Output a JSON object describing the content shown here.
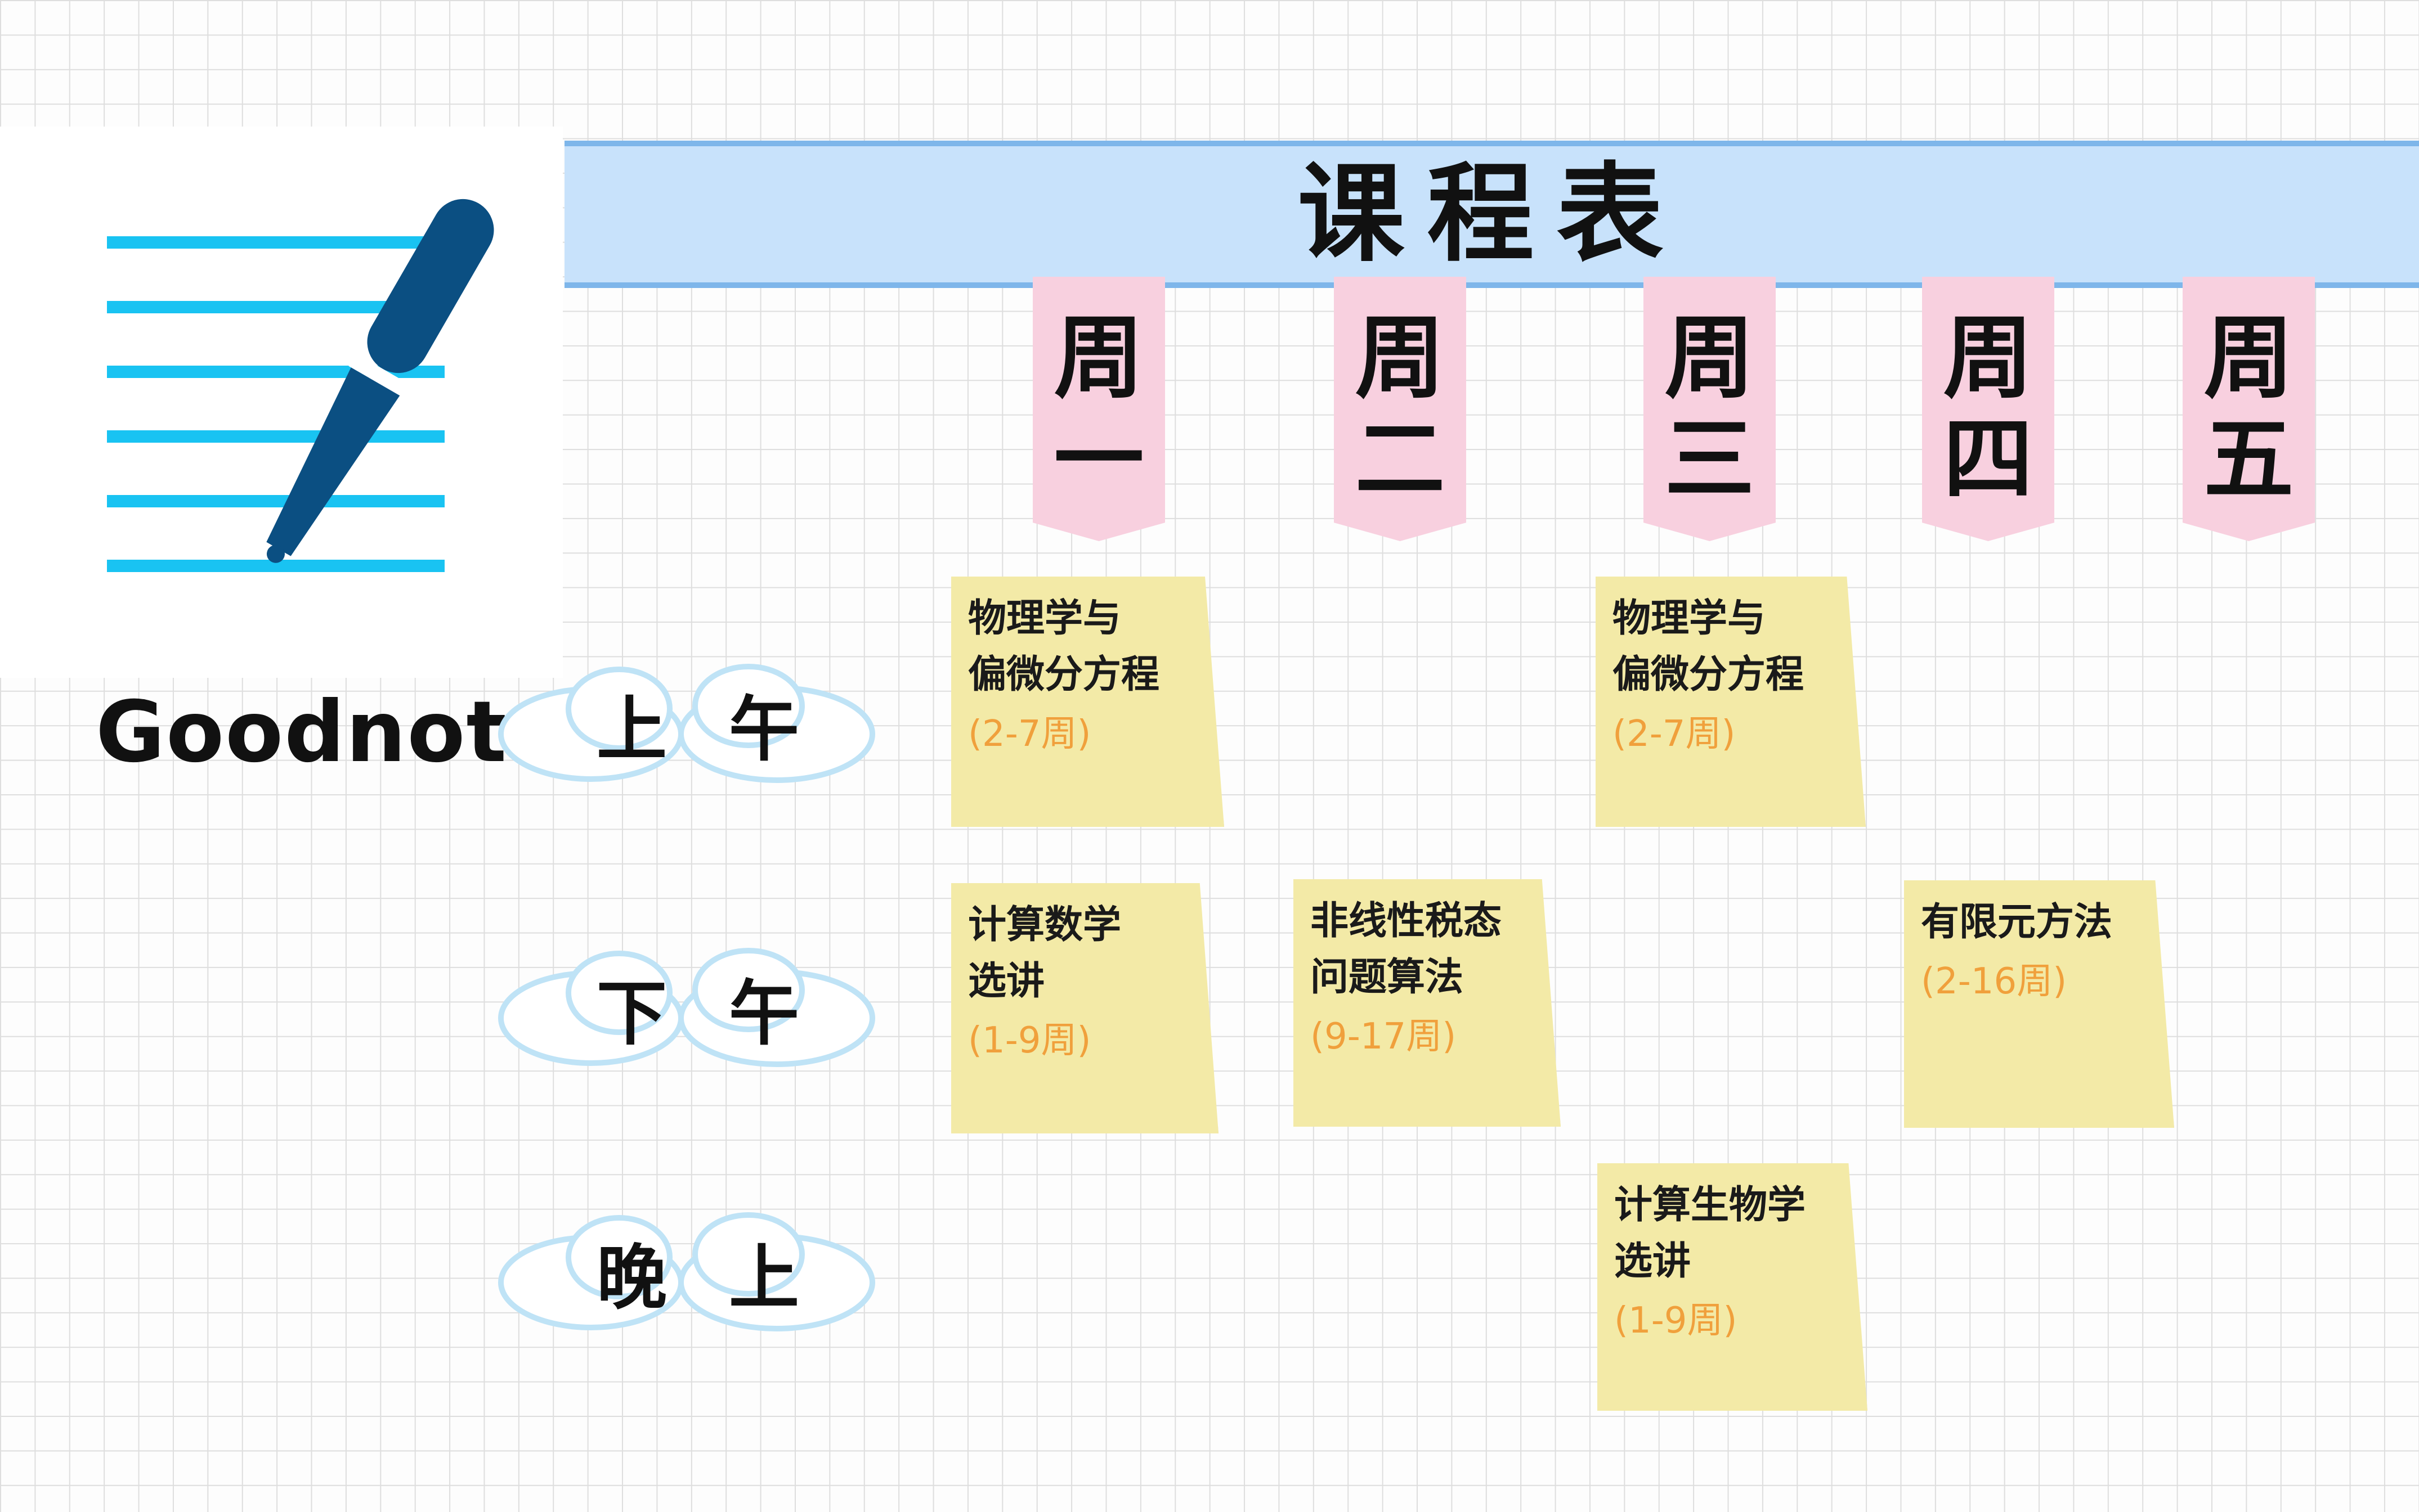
{
  "logo": {
    "name": "Goodnotes"
  },
  "title": "课程表",
  "days": [
    {
      "top": "周",
      "bottom": "一"
    },
    {
      "top": "周",
      "bottom": "二"
    },
    {
      "top": "周",
      "bottom": "三"
    },
    {
      "top": "周",
      "bottom": "四"
    },
    {
      "top": "周",
      "bottom": "五"
    }
  ],
  "periods": [
    {
      "chars": [
        "上",
        "午"
      ]
    },
    {
      "chars": [
        "下",
        "午"
      ]
    },
    {
      "chars": [
        "晚",
        "上"
      ]
    }
  ],
  "notes": [
    {
      "lines": [
        "物理学与",
        "偏微分方程"
      ],
      "weeks": "(2-7周)"
    },
    {
      "lines": [
        "物理学与",
        "偏微分方程"
      ],
      "weeks": "(2-7周)"
    },
    {
      "lines": [
        "计算数学",
        "选讲"
      ],
      "weeks": "(1-9周)"
    },
    {
      "lines": [
        "非线性税态",
        "问题算法"
      ],
      "weeks": "(9-17周)"
    },
    {
      "lines": [
        "有限元方法"
      ],
      "weeks": "(2-16周)"
    },
    {
      "lines": [
        "计算生物学",
        "选讲"
      ],
      "weeks": "(1-9周)"
    }
  ],
  "colors": {
    "title_band": "#c8e2fb",
    "day_ribbon": "#f8d0df",
    "sticky_note": "#f3eaa7",
    "week_text": "#f0a03c",
    "logo_lines": "#19c3f2",
    "logo_pen": "#0b4f82"
  },
  "icons": {
    "logo": "goodnotes-pen-icon",
    "period_badge": "cloud-icon"
  }
}
